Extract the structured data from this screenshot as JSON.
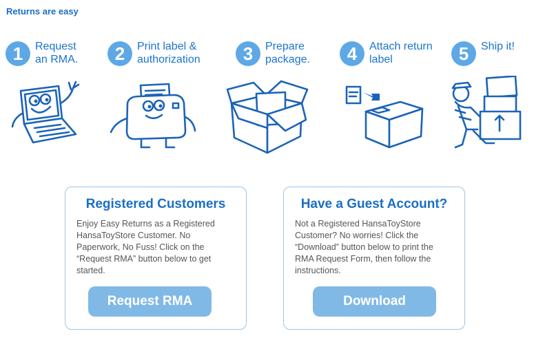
{
  "header": {
    "title": "Returns are easy"
  },
  "steps": [
    {
      "number": "1",
      "label": "Request\nan RMA.",
      "icon": "laptop-icon"
    },
    {
      "number": "2",
      "label": "Print label &\nauthorization",
      "icon": "printer-icon"
    },
    {
      "number": "3",
      "label": "Prepare\npackage.",
      "icon": "open-box-icon"
    },
    {
      "number": "4",
      "label": "Attach return\nlabel",
      "icon": "label-box-icon"
    },
    {
      "number": "5",
      "label": "Ship it!",
      "icon": "courier-icon"
    }
  ],
  "registered": {
    "title": "Registered Customers",
    "text": "Enjoy Easy Returns as a Registered\nHansaToyStore Customer.  No\nPaperwork, No Fuss!  Click on the\n“Request RMA” button below to get\nstarted.",
    "button_label": "Request RMA"
  },
  "guest": {
    "title": "Have a Guest Account?",
    "text": "Not a Registered HansaToyStore\nCustomer?  No worries!  Click the\n“Download” button below to print the\nRMA Request Form, then follow the\ninstructions.",
    "button_label": "Download"
  },
  "colors": {
    "accent": "#1a6fc4",
    "badge": "#5ea8e6",
    "button": "#81b9e6",
    "border": "#9cc4e6"
  }
}
